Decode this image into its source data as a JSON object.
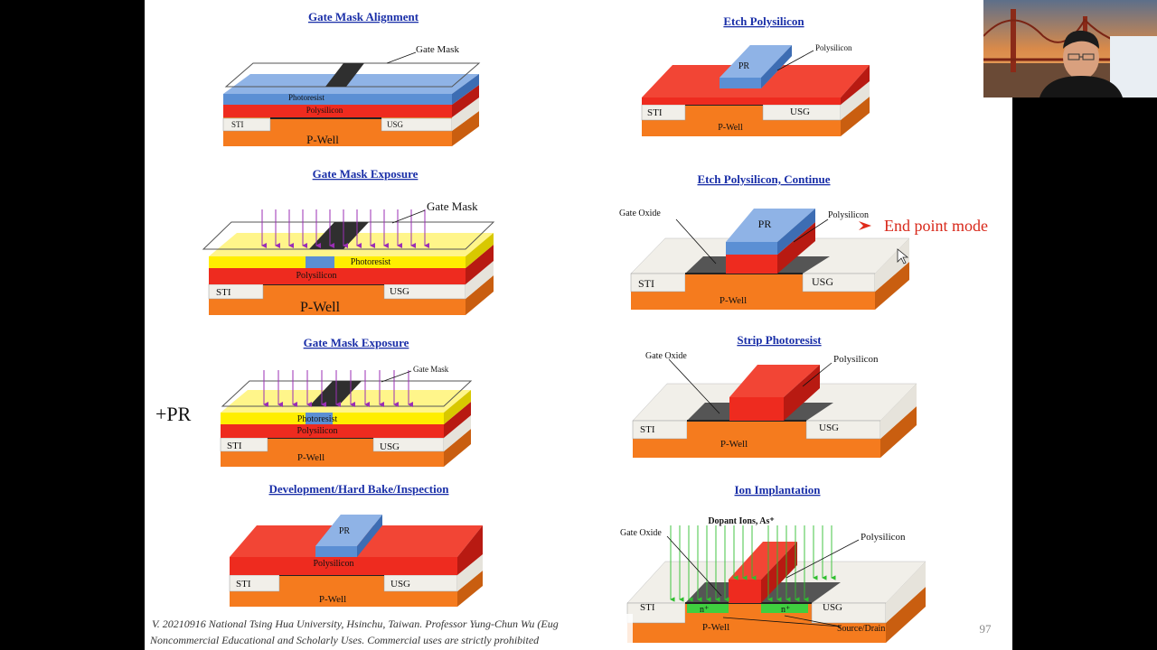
{
  "slide": {
    "page_number": "97",
    "footer_line1": "V. 20210916 National Tsing Hua University, Hsinchu, Taiwan. Professor Yung-Chun Wu (Eug",
    "footer_line2": "Noncommercial Educational and Scholarly Uses. Commercial uses are strictly prohibited",
    "side_note": "+PR",
    "end_point_note": "End point mode"
  },
  "panels": {
    "p1": {
      "title": "Gate Mask Alignment",
      "gate_mask": "Gate Mask",
      "photoresist": "Photoresist",
      "polysilicon": "Polysilicon",
      "sti": "STI",
      "usg": "USG",
      "pwell": "P-Well"
    },
    "p2": {
      "title": "Gate Mask Exposure",
      "gate_mask": "Gate Mask",
      "photoresist": "Photoresist",
      "polysilicon": "Polysilicon",
      "sti": "STI",
      "usg": "USG",
      "pwell": "P-Well"
    },
    "p3": {
      "title": "Gate Mask Exposure",
      "gate_mask": "Gate Mask",
      "photoresist": "Photoresist",
      "polysilicon": "Polysilicon",
      "sti": "STI",
      "usg": "USG",
      "pwell": "P-Well"
    },
    "p4": {
      "title": "Development/Hard Bake/Inspection",
      "pr": "PR",
      "polysilicon": "Polysilicon",
      "sti": "STI",
      "usg": "USG",
      "pwell": "P-Well"
    },
    "p5": {
      "title": "Etch Polysilicon",
      "pr": "PR",
      "polysilicon": "Polysilicon",
      "sti": "STI",
      "usg": "USG",
      "pwell": "P-Well"
    },
    "p6": {
      "title": "Etch Polysilicon, Continue",
      "gate_oxide": "Gate Oxide",
      "pr": "PR",
      "polysilicon": "Polysilicon",
      "sti": "STI",
      "usg": "USG",
      "pwell": "P-Well"
    },
    "p7": {
      "title": "Strip Photoresist",
      "gate_oxide": "Gate Oxide",
      "polysilicon": "Polysilicon",
      "sti": "STI",
      "usg": "USG",
      "pwell": "P-Well"
    },
    "p8": {
      "title": "Ion Implantation",
      "dopant": "Dopant Ions, As⁺",
      "gate_oxide": "Gate Oxide",
      "polysilicon": "Polysilicon",
      "sti": "STI",
      "usg": "USG",
      "pwell": "P-Well",
      "n_left": "n⁺",
      "n_right": "n⁺",
      "source_drain": "Source/Drain"
    }
  },
  "colors": {
    "orange": "#f57b1e",
    "red": "#ee2b1f",
    "blue": "#5b8fd4",
    "yellow": "#ffee00",
    "usg": "#f1efe9",
    "mask": "#2f2f2f",
    "title": "#1a2fa8",
    "green": "#3fcf3f"
  },
  "webcam": {
    "icon": "presenter-video-icon"
  }
}
